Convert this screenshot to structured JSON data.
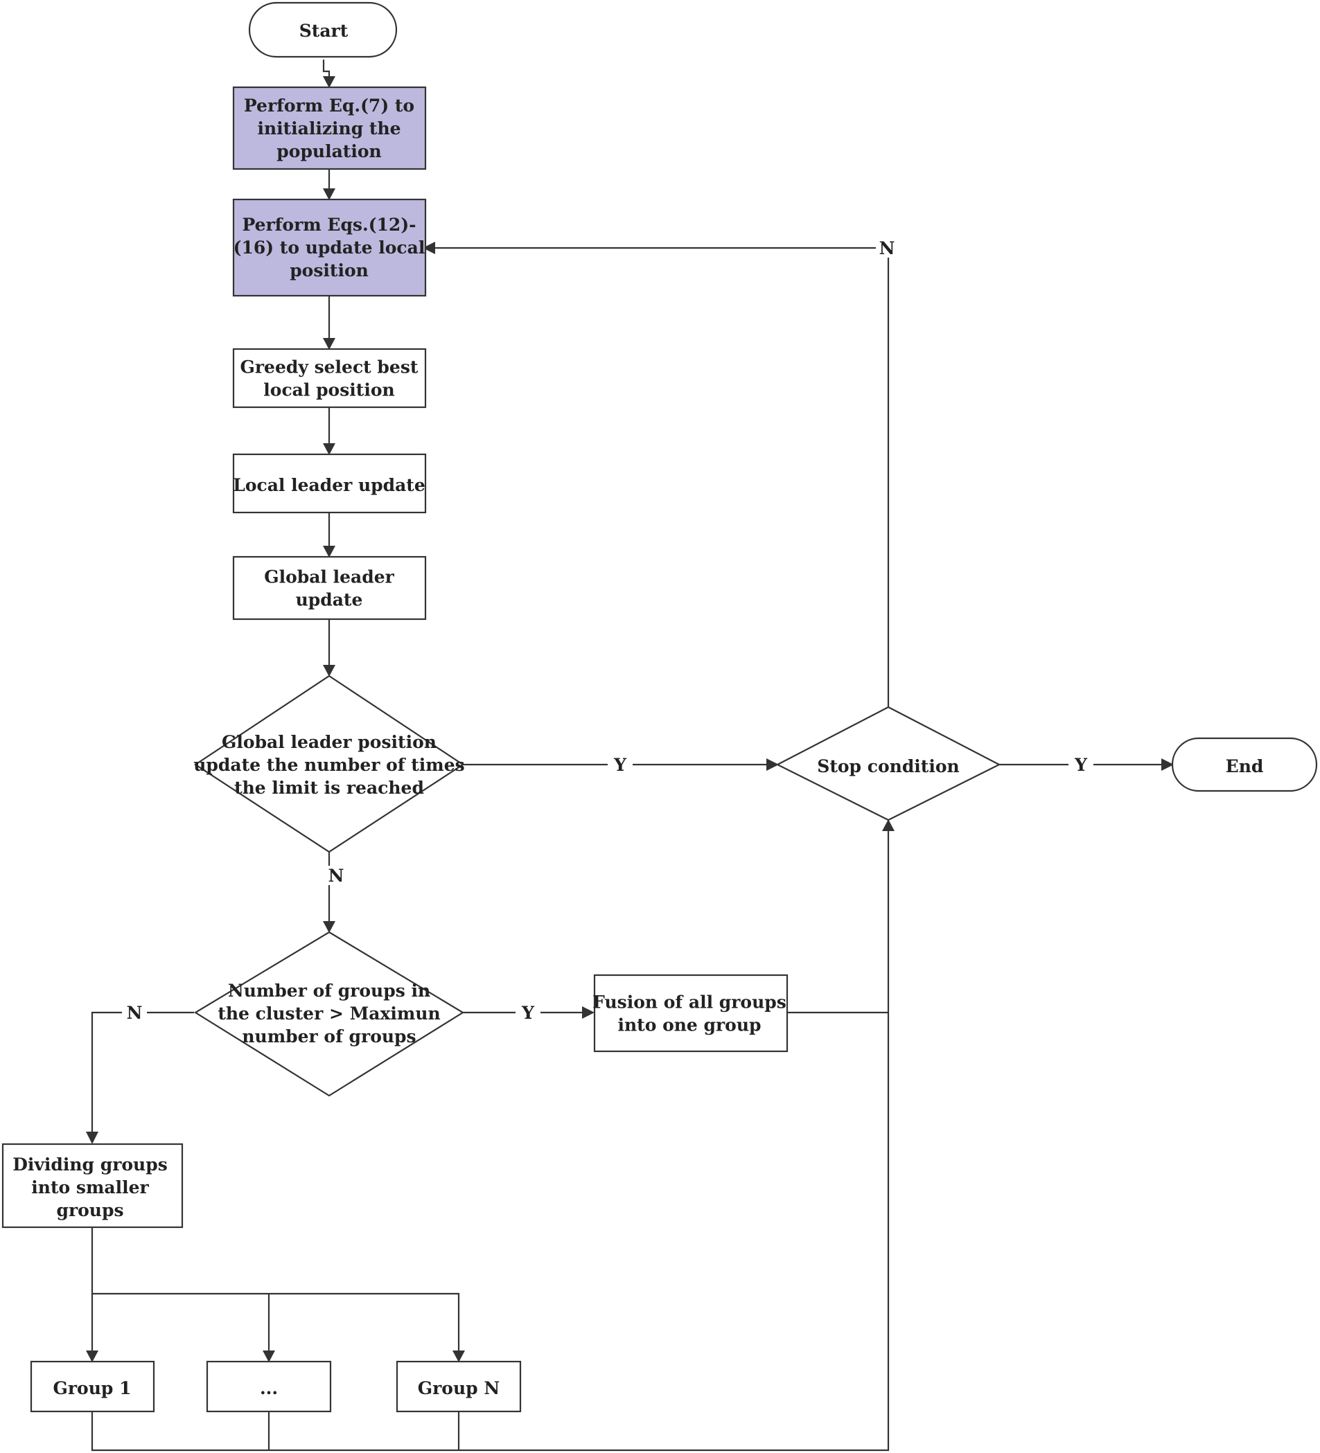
{
  "colors": {
    "highlight_fill": "#bdb8dd",
    "plain_fill": "#ffffff",
    "stroke": "#333333",
    "text": "#222222"
  },
  "nodes": {
    "start": {
      "lines": [
        "Start"
      ]
    },
    "init_population": {
      "lines": [
        "Perform Eq.(7) to",
        "initializing the",
        "population"
      ]
    },
    "update_local": {
      "lines": [
        "Perform Eqs.(12)-",
        "(16) to update local",
        "position"
      ]
    },
    "greedy_select": {
      "lines": [
        "Greedy select best",
        "local position"
      ]
    },
    "local_leader": {
      "lines": [
        "Local leader update"
      ]
    },
    "global_leader": {
      "lines": [
        "Global leader",
        "update"
      ]
    },
    "limit_check": {
      "lines": [
        "Global leader position",
        "update the number of times",
        "the limit is reached"
      ]
    },
    "stop_condition": {
      "lines": [
        "Stop condition"
      ]
    },
    "end": {
      "lines": [
        "End"
      ]
    },
    "groups_check": {
      "lines": [
        "Number of groups in",
        "the cluster > Maximun",
        "number of groups"
      ]
    },
    "fusion": {
      "lines": [
        "Fusion of all groups",
        "into one group"
      ]
    },
    "dividing": {
      "lines": [
        "Dividing groups",
        "into smaller",
        "groups"
      ]
    },
    "group_1": {
      "lines": [
        "Group 1"
      ]
    },
    "group_dots": {
      "lines": [
        "..."
      ]
    },
    "group_n": {
      "lines": [
        "Group N"
      ]
    }
  },
  "edge_labels": {
    "limit_yes": "Y",
    "limit_no": "N",
    "stop_yes": "Y",
    "stop_no": "N",
    "groups_yes": "Y",
    "groups_no": "N"
  }
}
